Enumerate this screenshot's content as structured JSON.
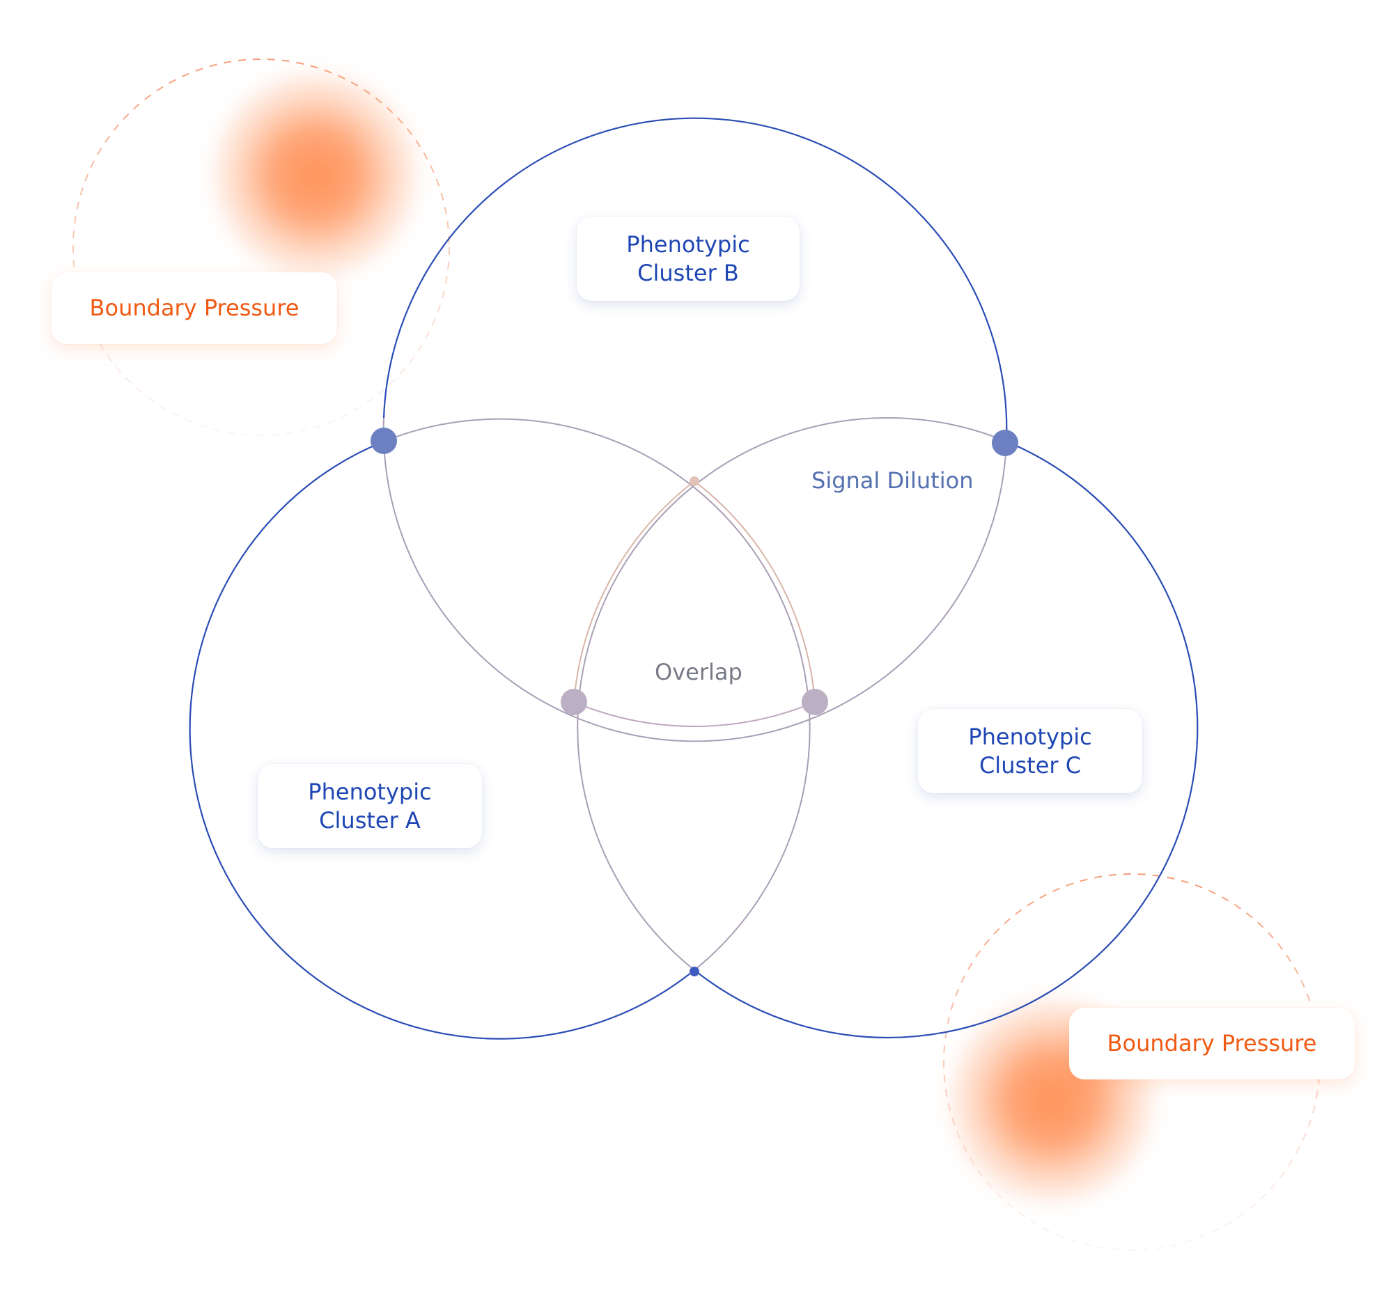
{
  "clusters": {
    "a": {
      "line1": "Phenotypic",
      "line2": "Cluster A"
    },
    "b": {
      "line1": "Phenotypic",
      "line2": "Cluster B"
    },
    "c": {
      "line1": "Phenotypic",
      "line2": "Cluster C"
    }
  },
  "labels": {
    "overlap": "Overlap",
    "signal_dilution": "Signal Dilution"
  },
  "pressure": [
    {
      "label": "Boundary Pressure"
    },
    {
      "label": "Boundary Pressure"
    }
  ],
  "colors": {
    "cluster_stroke": "#2a4db5",
    "inner_stroke": "#aa9eb6",
    "center_stroke": "#d9b5a8",
    "pressure_accent": "#f05a14",
    "node_blue": "#6c7fc0",
    "node_mauve": "#bbafc3"
  }
}
